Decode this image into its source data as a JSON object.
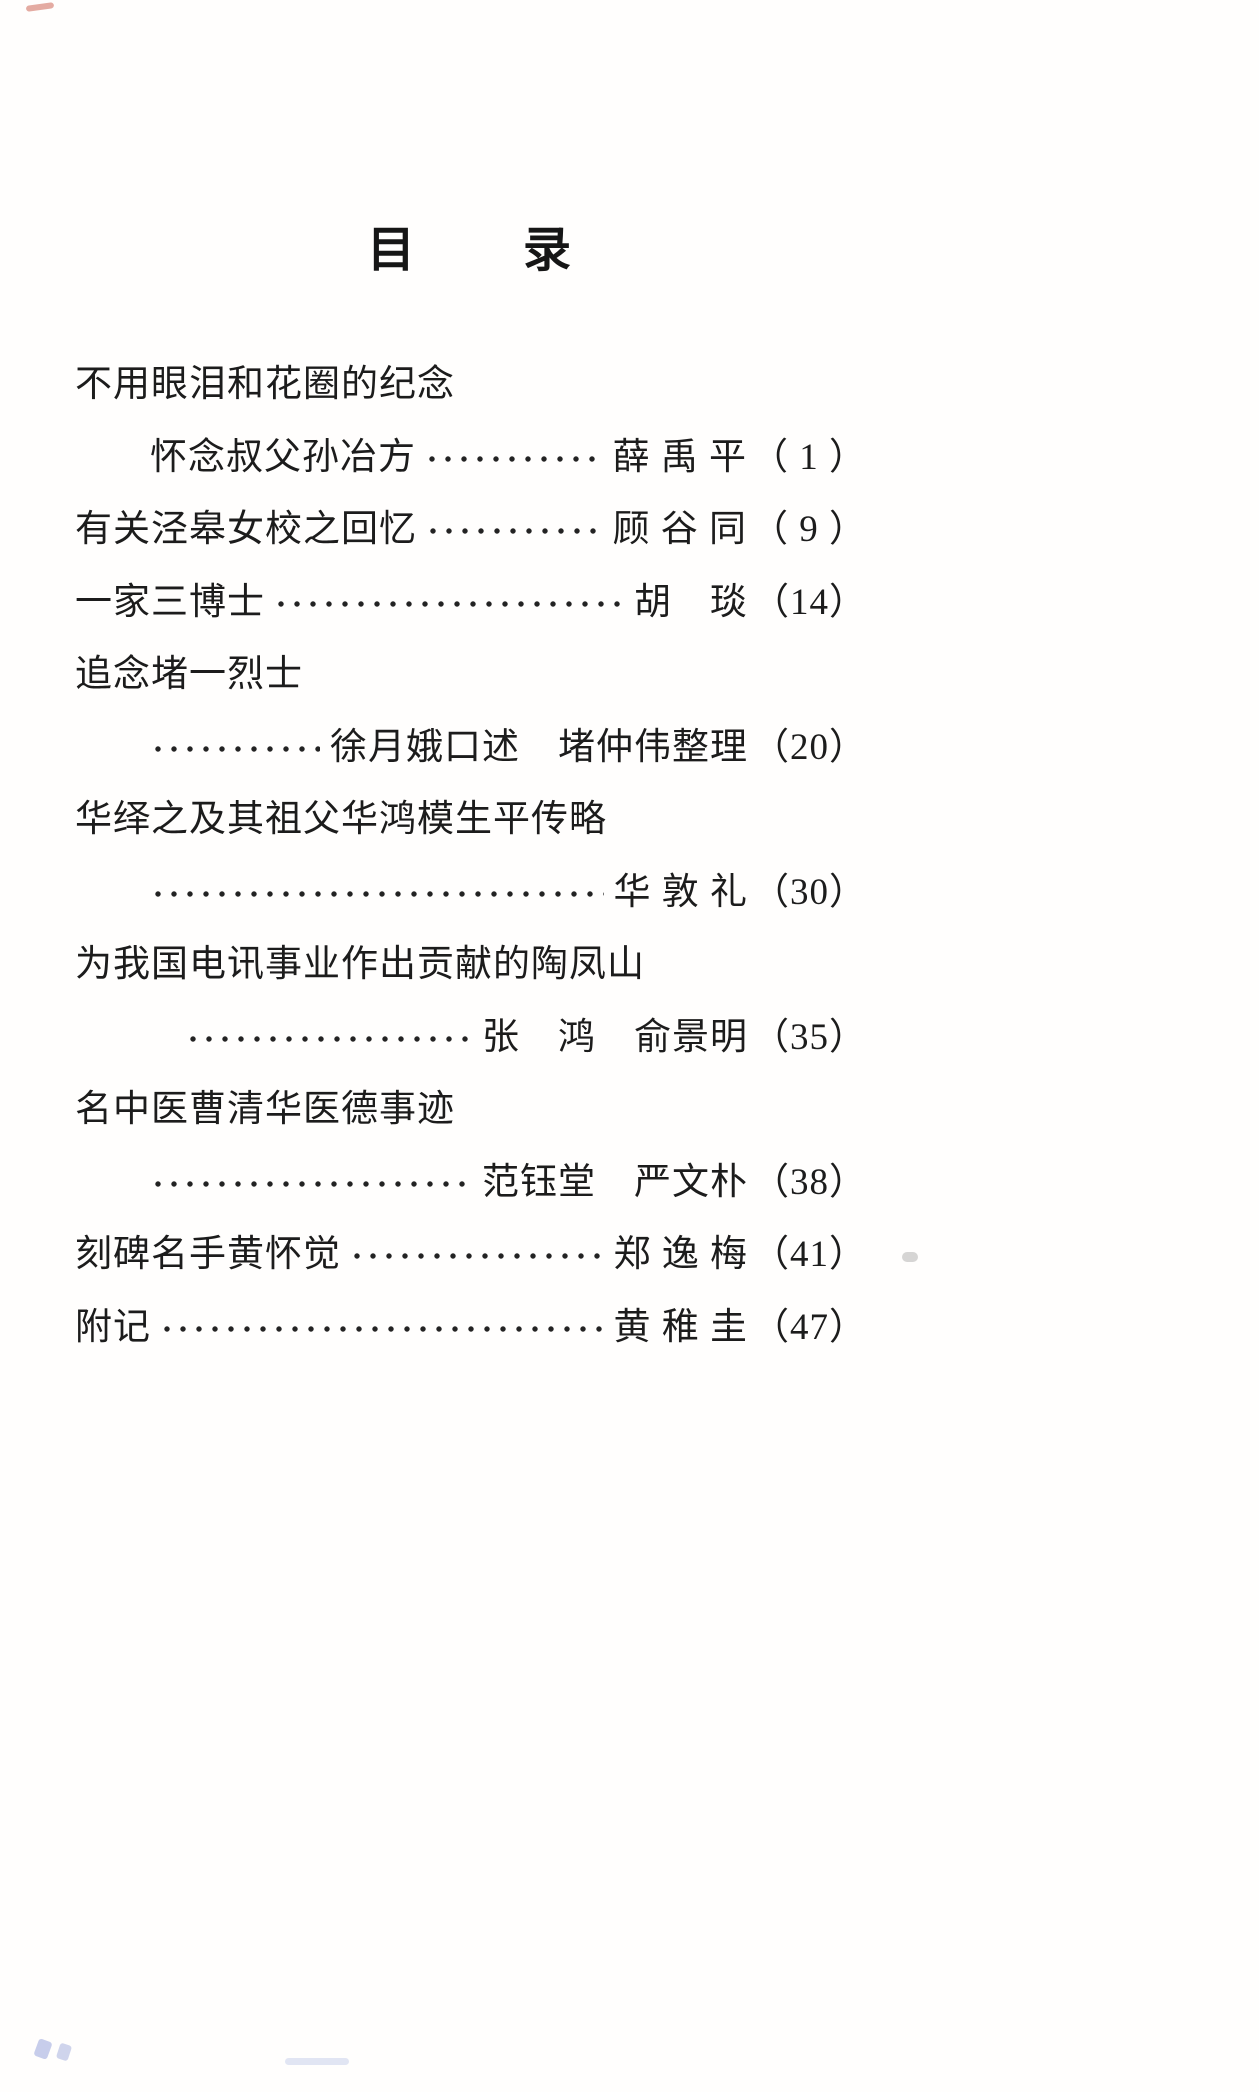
{
  "document": {
    "title": "目　　录",
    "lines": [
      {
        "kind": "heading",
        "indent": 0,
        "text": "不用眼泪和花圈的纪念"
      },
      {
        "kind": "entry",
        "indent": 1,
        "text": "怀念叔父孙冶方",
        "leader": true,
        "author": "薛 禹 平",
        "page": "（ 1 ）"
      },
      {
        "kind": "entry",
        "indent": 0,
        "text": "有关泾皋女校之回忆",
        "leader": true,
        "author": "顾 谷 同",
        "page": "（ 9 ）"
      },
      {
        "kind": "entry",
        "indent": 0,
        "text": "一家三博士",
        "leader": true,
        "author": "胡　琰",
        "page": "（14）"
      },
      {
        "kind": "heading",
        "indent": 0,
        "text": "追念堵一烈士"
      },
      {
        "kind": "entry",
        "indent": 1,
        "leader": true,
        "author": "徐月娥口述　堵仲伟整理",
        "page": "（20）"
      },
      {
        "kind": "heading",
        "indent": 0,
        "text": "华绎之及其祖父华鸿模生平传略"
      },
      {
        "kind": "entry",
        "indent": 1,
        "leader": true,
        "author": "华 敦 礼",
        "page": "（30）"
      },
      {
        "kind": "heading",
        "indent": 0,
        "text": "为我国电讯事业作出贡献的陶凤山"
      },
      {
        "kind": "entry",
        "indent": 1.5,
        "leader": true,
        "author": "张　鸿　俞景明",
        "page": "（35）"
      },
      {
        "kind": "heading",
        "indent": 0,
        "text": "名中医曹清华医德事迹"
      },
      {
        "kind": "entry",
        "indent": 1,
        "leader": true,
        "author": "范钰堂　严文朴",
        "page": "（38）"
      },
      {
        "kind": "entry",
        "indent": 0,
        "text": "刻碑名手黄怀觉",
        "leader": true,
        "author": "郑 逸 梅",
        "page": "（41）"
      },
      {
        "kind": "entry",
        "indent": 0,
        "text": "附记",
        "leader": true,
        "author": "黄 稚 圭",
        "page": "（47）"
      }
    ]
  }
}
